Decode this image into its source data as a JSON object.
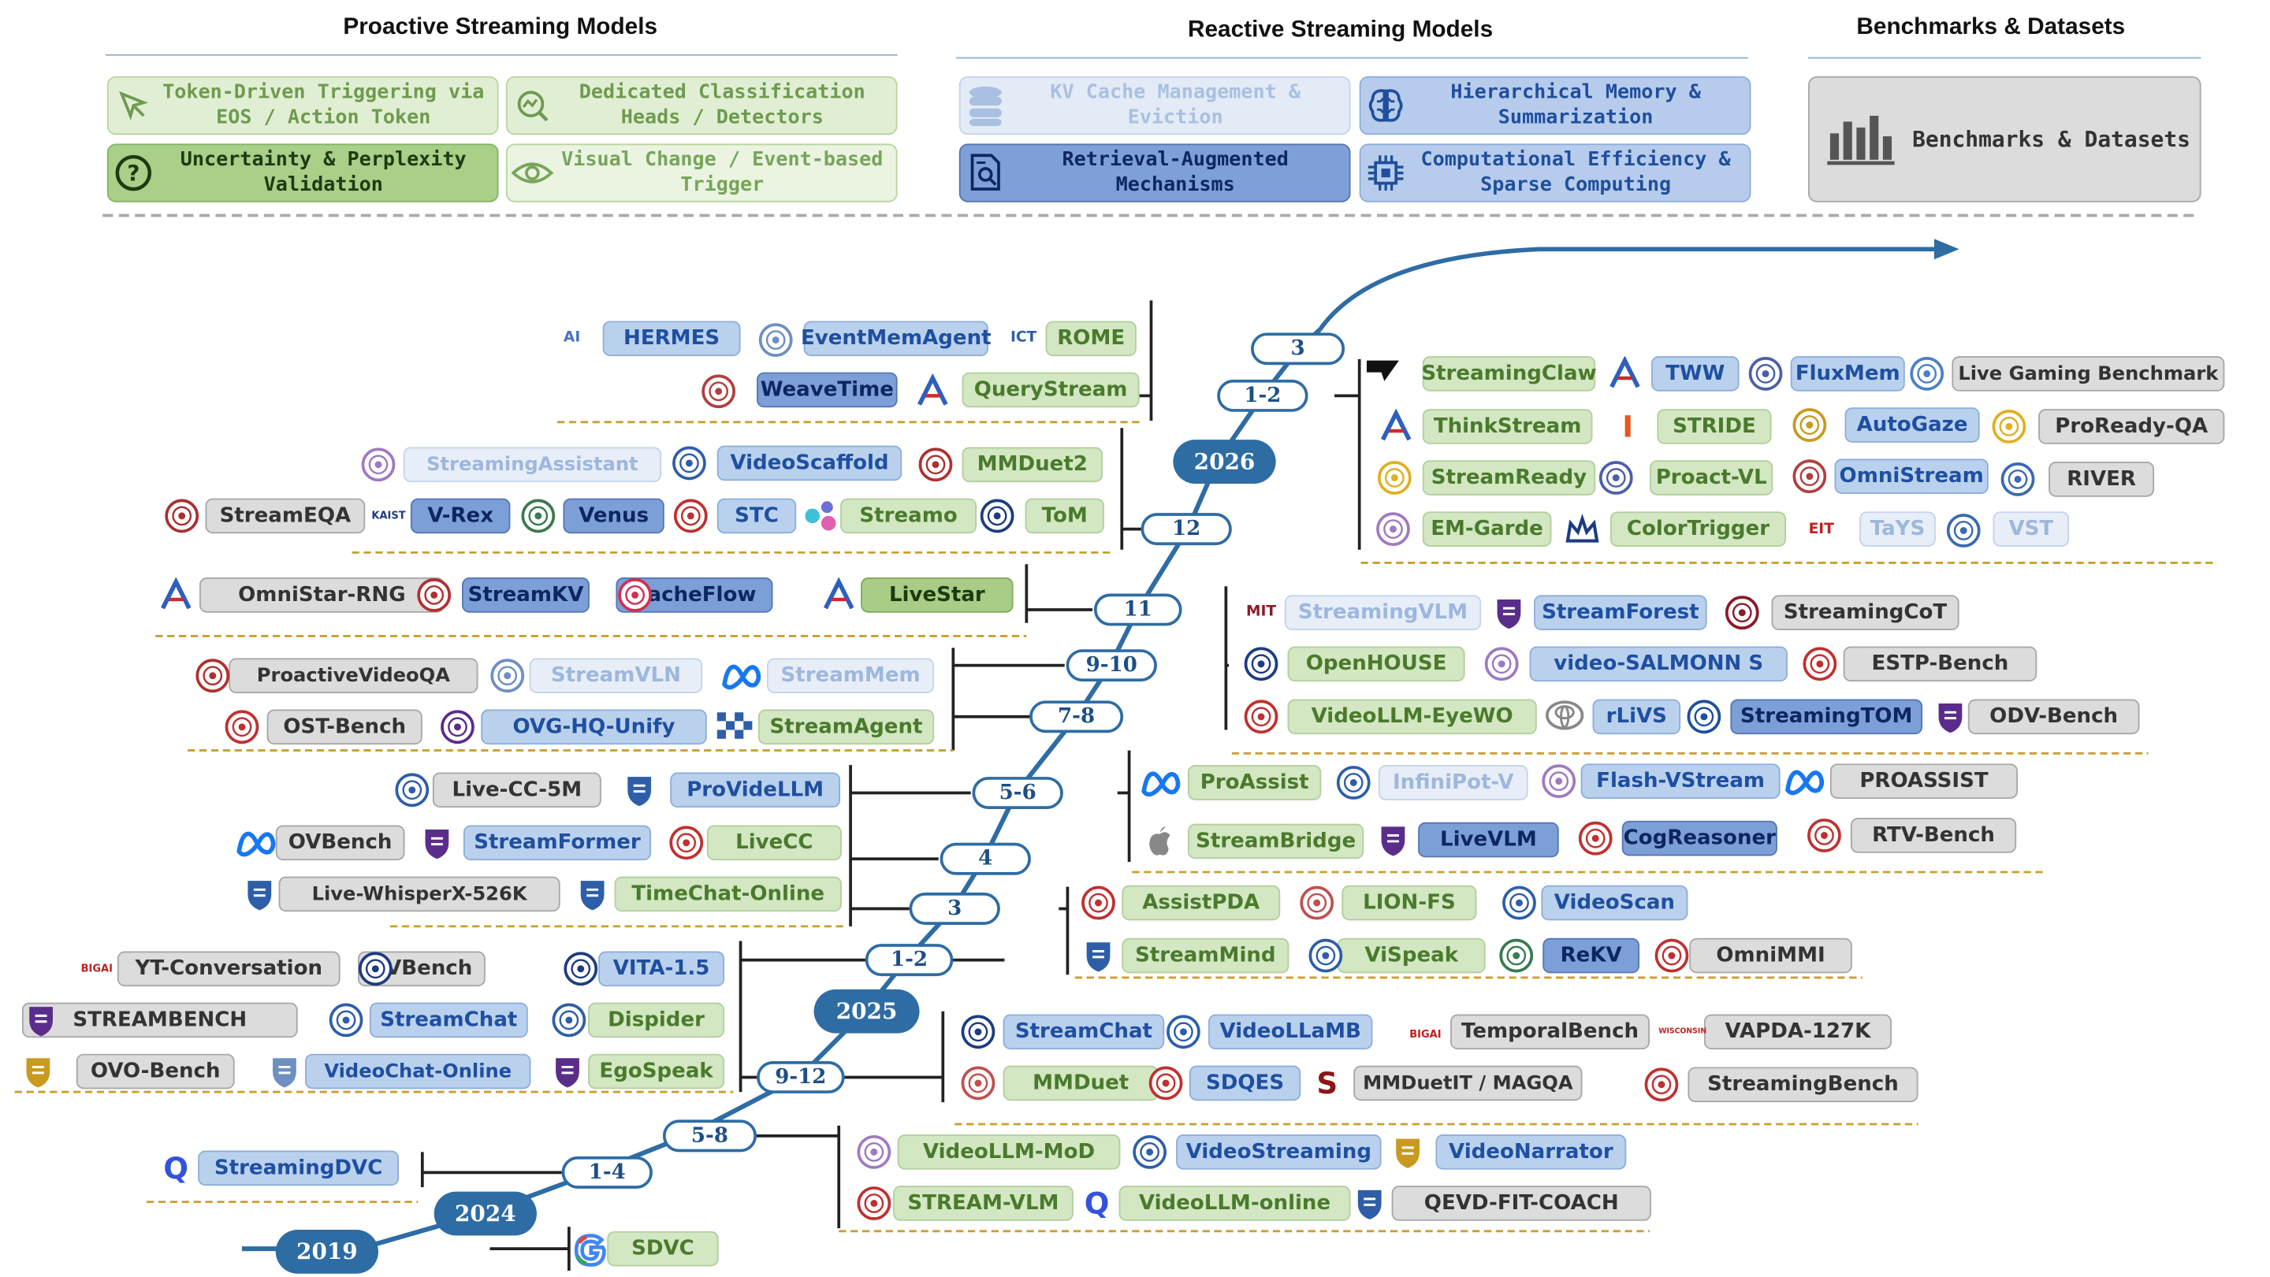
{
  "headers": {
    "proactive": "Proactive Streaming Models",
    "reactive": "Reactive Streaming Models",
    "benchmarks": "Benchmarks & Datasets"
  },
  "categories": [
    {
      "label": "Token-Driven Triggering via EOS / Action Token",
      "icon": "cursor-click-icon",
      "style": "pa"
    },
    {
      "label": "Dedicated Classification Heads / Detectors",
      "icon": "chart-search-icon",
      "style": "pa"
    },
    {
      "label": "Uncertainty & Perplexity Validation",
      "icon": "question-icon",
      "style": "pb"
    },
    {
      "label": "Visual Change / Event-based Trigger",
      "icon": "eye-icon",
      "style": "pc"
    },
    {
      "label": "KV Cache Management & Eviction",
      "icon": "database-icon",
      "style": "rl"
    },
    {
      "label": "Hierarchical Memory & Summarization",
      "icon": "brain-icon",
      "style": "rm"
    },
    {
      "label": "Retrieval-Augmented Mechanisms",
      "icon": "document-search-icon",
      "style": "rd"
    },
    {
      "label": "Computational Efficiency & Sparse Computing",
      "icon": "chip-icon",
      "style": "rm"
    },
    {
      "label": "Benchmarks & Datasets",
      "icon": "bar-chart-icon",
      "style": "bm"
    }
  ],
  "timeline": {
    "years": [
      "2019",
      "2024",
      "2025",
      "2026"
    ],
    "periods": [
      "1-4",
      "5-8",
      "9-12",
      "1-2",
      "3",
      "4",
      "5-6",
      "7-8",
      "9-10",
      "11",
      "12",
      "1-2",
      "3"
    ]
  },
  "nodes": [
    {
      "label": "HERMES",
      "style": "blue"
    },
    {
      "label": "EventMemAgent",
      "style": "blue"
    },
    {
      "label": "ROME",
      "style": "green"
    },
    {
      "label": "WeaveTime",
      "style": "bd"
    },
    {
      "label": "QueryStream",
      "style": "green"
    },
    {
      "label": "StreamingClaw",
      "style": "green"
    },
    {
      "label": "TWW",
      "style": "blue"
    },
    {
      "label": "FluxMem",
      "style": "blue"
    },
    {
      "label": "Live Gaming Benchmark",
      "style": "gray"
    },
    {
      "label": "ThinkStream",
      "style": "green"
    },
    {
      "label": "STRIDE",
      "style": "green"
    },
    {
      "label": "AutoGaze",
      "style": "blue"
    },
    {
      "label": "ProReady-QA",
      "style": "gray"
    },
    {
      "label": "StreamReady",
      "style": "green"
    },
    {
      "label": "Proact-VL",
      "style": "green"
    },
    {
      "label": "OmniStream",
      "style": "blue"
    },
    {
      "label": "RIVER",
      "style": "gray"
    },
    {
      "label": "EM-Garde",
      "style": "green"
    },
    {
      "label": "ColorTrigger",
      "style": "green"
    },
    {
      "label": "TaYS",
      "style": "bl"
    },
    {
      "label": "VST",
      "style": "bl"
    },
    {
      "label": "StreamingAssistant",
      "style": "bl"
    },
    {
      "label": "VideoScaffold",
      "style": "blue"
    },
    {
      "label": "MMDuet2",
      "style": "green"
    },
    {
      "label": "StreamEQA",
      "style": "gray"
    },
    {
      "label": "V-Rex",
      "style": "bd"
    },
    {
      "label": "Venus",
      "style": "bd"
    },
    {
      "label": "STC",
      "style": "blue"
    },
    {
      "label": "Streamo",
      "style": "green"
    },
    {
      "label": "ToM",
      "style": "green"
    },
    {
      "label": "OmniStar-RNG",
      "style": "gray"
    },
    {
      "label": "StreamKV",
      "style": "bd"
    },
    {
      "label": "CacheFlow",
      "style": "bd"
    },
    {
      "label": "LiveStar",
      "style": "gd"
    },
    {
      "label": "StreamingVLM",
      "style": "bl"
    },
    {
      "label": "StreamForest",
      "style": "blue"
    },
    {
      "label": "StreamingCoT",
      "style": "gray"
    },
    {
      "label": "OpenHOUSE",
      "style": "green"
    },
    {
      "label": "video-SALMONN S",
      "style": "blue"
    },
    {
      "label": "ESTP-Bench",
      "style": "gray"
    },
    {
      "label": "VideoLLM-EyeWO",
      "style": "green"
    },
    {
      "label": "rLiVS",
      "style": "blue"
    },
    {
      "label": "StreamingTOM",
      "style": "bd"
    },
    {
      "label": "ODV-Bench",
      "style": "gray"
    },
    {
      "label": "ProactiveVideoQA",
      "style": "gray"
    },
    {
      "label": "StreamVLN",
      "style": "bl"
    },
    {
      "label": "StreamMem",
      "style": "bl"
    },
    {
      "label": "OST-Bench",
      "style": "gray"
    },
    {
      "label": "OVG-HQ-Unify",
      "style": "blue"
    },
    {
      "label": "StreamAgent",
      "style": "green"
    },
    {
      "label": "ProAssist",
      "style": "green"
    },
    {
      "label": "InfiniPot-V",
      "style": "bl"
    },
    {
      "label": "Flash-VStream",
      "style": "blue"
    },
    {
      "label": "PROASSIST",
      "style": "gray"
    },
    {
      "label": "StreamBridge",
      "style": "green"
    },
    {
      "label": "LiveVLM",
      "style": "bd"
    },
    {
      "label": "CogReasoner",
      "style": "bd"
    },
    {
      "label": "RTV-Bench",
      "style": "gray"
    },
    {
      "label": "Live-CC-5M",
      "style": "gray"
    },
    {
      "label": "ProVideLLM",
      "style": "blue"
    },
    {
      "label": "OVBench",
      "style": "gray"
    },
    {
      "label": "StreamFormer",
      "style": "blue"
    },
    {
      "label": "LiveCC",
      "style": "green"
    },
    {
      "label": "Live-WhisperX-526K",
      "style": "gray"
    },
    {
      "label": "TimeChat-Online",
      "style": "green"
    },
    {
      "label": "AssistPDA",
      "style": "green"
    },
    {
      "label": "LION-FS",
      "style": "green"
    },
    {
      "label": "VideoScan",
      "style": "blue"
    },
    {
      "label": "StreamMind",
      "style": "green"
    },
    {
      "label": "ViSpeak",
      "style": "green"
    },
    {
      "label": "ReKV",
      "style": "bd"
    },
    {
      "label": "OmniMMI",
      "style": "gray"
    },
    {
      "label": "YT-Conversation",
      "style": "gray"
    },
    {
      "label": "SVBench",
      "style": "gray"
    },
    {
      "label": "VITA-1.5",
      "style": "blue"
    },
    {
      "label": "STREAMBENCH",
      "style": "gray"
    },
    {
      "label": "StreamChat",
      "style": "blue"
    },
    {
      "label": "Dispider",
      "style": "green"
    },
    {
      "label": "OVO-Bench",
      "style": "gray"
    },
    {
      "label": "VideoChat-Online",
      "style": "blue"
    },
    {
      "label": "EgoSpeak",
      "style": "green"
    },
    {
      "label": "StreamChat",
      "style": "blue"
    },
    {
      "label": "VideoLLaMB",
      "style": "blue"
    },
    {
      "label": "TemporalBench",
      "style": "gray"
    },
    {
      "label": "VAPDA-127K",
      "style": "gray"
    },
    {
      "label": "MMDuet",
      "style": "green"
    },
    {
      "label": "SDQES",
      "style": "blue"
    },
    {
      "label": "MMDuetIT / MAGQA",
      "style": "gray"
    },
    {
      "label": "StreamingBench",
      "style": "gray"
    },
    {
      "label": "VideoLLM-MoD",
      "style": "green"
    },
    {
      "label": "VideoStreaming",
      "style": "blue"
    },
    {
      "label": "VideoNarrator",
      "style": "blue"
    },
    {
      "label": "STREAM-VLM",
      "style": "green"
    },
    {
      "label": "VideoLLM-online",
      "style": "green"
    },
    {
      "label": "QEVD-FIT-COACH",
      "style": "gray"
    },
    {
      "label": "StreamingDVC",
      "style": "blue"
    },
    {
      "label": "SDVC",
      "style": "green"
    }
  ],
  "logos": [
    {
      "name": "ai-lab-logo",
      "text": "AI",
      "color": "#4a72c8"
    },
    {
      "name": "university-seal-logo",
      "text": "",
      "color": "#6f8fc0"
    },
    {
      "name": "ict-logo",
      "text": "ICT",
      "color": "#2e5ea8"
    },
    {
      "name": "university-seal-logo",
      "text": "",
      "color": "#b04040"
    },
    {
      "name": "lab-a-logo",
      "text": "",
      "color": "#2d5fbf"
    },
    {
      "name": "bracket-logo",
      "text": "",
      "color": "#111"
    },
    {
      "name": "lab-a-logo",
      "text": "",
      "color": "#2d5fbf"
    },
    {
      "name": "university-seal-logo",
      "text": "",
      "color": "#4b5fa8"
    },
    {
      "name": "university-seal-logo",
      "text": "",
      "color": "#4b80c8"
    },
    {
      "name": "lab-a-logo",
      "text": "",
      "color": "#2d5fbf"
    },
    {
      "name": "illinois-logo",
      "text": "I",
      "color": "#e8531e"
    },
    {
      "name": "university-seal-logo",
      "text": "",
      "color": "#c89a20"
    },
    {
      "name": "university-seal-logo",
      "text": "",
      "color": "#e0b020"
    },
    {
      "name": "university-seal-logo",
      "text": "",
      "color": "#e0b020"
    },
    {
      "name": "university-seal-logo",
      "text": "",
      "color": "#4b5fa8"
    },
    {
      "name": "university-seal-logo",
      "text": "",
      "color": "#b04040"
    },
    {
      "name": "university-seal-logo",
      "text": "",
      "color": "#3a6ab0"
    },
    {
      "name": "university-seal-logo",
      "text": "",
      "color": "#a07ac0"
    },
    {
      "name": "crown-logo",
      "text": "",
      "color": "#1d3c80"
    },
    {
      "name": "eit-logo",
      "text": "EIT",
      "color": "#c02020"
    },
    {
      "name": "university-seal-logo",
      "text": "",
      "color": "#3a6ab0"
    },
    {
      "name": "university-seal-logo",
      "text": "",
      "color": "#a07ac0"
    },
    {
      "name": "university-seal-logo",
      "text": "",
      "color": "#2e5ea8"
    },
    {
      "name": "university-seal-logo",
      "text": "",
      "color": "#b03030"
    },
    {
      "name": "university-seal-logo",
      "text": "",
      "color": "#a83030"
    },
    {
      "name": "kaist-logo",
      "text": "KAIST",
      "color": "#1d3c80"
    },
    {
      "name": "university-seal-logo",
      "text": "",
      "color": "#3a7a50"
    },
    {
      "name": "university-seal-logo",
      "text": "",
      "color": "#c03030"
    },
    {
      "name": "streamo-logo",
      "text": "",
      "color": "#38b8d0"
    },
    {
      "name": "university-seal-logo",
      "text": "",
      "color": "#1d3c80"
    },
    {
      "name": "lab-a-logo",
      "text": "",
      "color": "#2d5fbf"
    },
    {
      "name": "university-seal-logo",
      "text": "",
      "color": "#b03030"
    },
    {
      "name": "university-seal-logo",
      "text": "",
      "color": "#d03050"
    },
    {
      "name": "lab-a-logo",
      "text": "",
      "color": "#2d5fbf"
    },
    {
      "name": "mit-logo",
      "text": "MIT",
      "color": "#8a1c28"
    },
    {
      "name": "university-shield-logo",
      "text": "",
      "color": "#5a2d8a"
    },
    {
      "name": "university-seal-logo",
      "text": "",
      "color": "#8a1c28"
    },
    {
      "name": "university-seal-logo",
      "text": "",
      "color": "#1d3c80"
    },
    {
      "name": "university-seal-logo",
      "text": "",
      "color": "#a07ac0"
    },
    {
      "name": "university-seal-logo",
      "text": "",
      "color": "#c03030"
    },
    {
      "name": "university-seal-logo",
      "text": "",
      "color": "#c03030"
    },
    {
      "name": "toyota-logo",
      "text": "",
      "color": "#888"
    },
    {
      "name": "university-seal-logo",
      "text": "",
      "color": "#1d4fa0"
    },
    {
      "name": "university-shield-logo",
      "text": "",
      "color": "#5a2d8a"
    },
    {
      "name": "university-seal-logo",
      "text": "",
      "color": "#b03030"
    },
    {
      "name": "university-seal-logo",
      "text": "",
      "color": "#6f8fc0"
    },
    {
      "name": "meta-logo",
      "text": "",
      "color": "#1877f2"
    },
    {
      "name": "university-seal-logo",
      "text": "",
      "color": "#c03030"
    },
    {
      "name": "university-seal-logo",
      "text": "",
      "color": "#5a2d8a"
    },
    {
      "name": "checker-logo",
      "text": "",
      "color": "#2e5ea8"
    },
    {
      "name": "meta-logo",
      "text": "",
      "color": "#1877f2"
    },
    {
      "name": "university-seal-logo",
      "text": "",
      "color": "#2e5ea8"
    },
    {
      "name": "university-seal-logo",
      "text": "",
      "color": "#a07ac0"
    },
    {
      "name": "meta-logo",
      "text": "",
      "color": "#1877f2"
    },
    {
      "name": "apple-logo",
      "text": "",
      "color": "#888"
    },
    {
      "name": "university-shield-logo",
      "text": "",
      "color": "#5a2d8a"
    },
    {
      "name": "university-seal-logo",
      "text": "",
      "color": "#c03030"
    },
    {
      "name": "university-seal-logo",
      "text": "",
      "color": "#c03030"
    },
    {
      "name": "university-seal-logo",
      "text": "",
      "color": "#2e5ea8"
    },
    {
      "name": "university-shield-logo",
      "text": "",
      "color": "#2e5ea8"
    },
    {
      "name": "meta-logo",
      "text": "",
      "color": "#1877f2"
    },
    {
      "name": "university-shield-logo",
      "text": "",
      "color": "#5a2d8a"
    },
    {
      "name": "university-seal-logo",
      "text": "",
      "color": "#c03030"
    },
    {
      "name": "university-shield-logo",
      "text": "",
      "color": "#2e5ea8"
    },
    {
      "name": "university-shield-logo",
      "text": "",
      "color": "#2e5ea8"
    },
    {
      "name": "university-seal-logo",
      "text": "",
      "color": "#c03030"
    },
    {
      "name": "university-seal-logo",
      "text": "",
      "color": "#c05050"
    },
    {
      "name": "university-seal-logo",
      "text": "",
      "color": "#2e5ea8"
    },
    {
      "name": "university-shield-logo",
      "text": "",
      "color": "#2e5ea8"
    },
    {
      "name": "university-seal-logo",
      "text": "",
      "color": "#2e5ea8"
    },
    {
      "name": "university-seal-logo",
      "text": "",
      "color": "#3a7a50"
    },
    {
      "name": "university-seal-logo",
      "text": "",
      "color": "#c03030"
    },
    {
      "name": "bigai-logo",
      "text": "BIGAI",
      "color": "#c02020"
    },
    {
      "name": "university-seal-logo",
      "text": "",
      "color": "#1d3c80"
    },
    {
      "name": "university-seal-logo",
      "text": "",
      "color": "#1d3c80"
    },
    {
      "name": "university-shield-logo",
      "text": "",
      "color": "#5a2d8a"
    },
    {
      "name": "university-seal-logo",
      "text": "",
      "color": "#2e5ea8"
    },
    {
      "name": "university-seal-logo",
      "text": "",
      "color": "#2e5ea8"
    },
    {
      "name": "university-shield-logo",
      "text": "",
      "color": "#c89a20"
    },
    {
      "name": "university-building-logo",
      "text": "",
      "color": "#6f8fc0"
    },
    {
      "name": "university-shield-logo",
      "text": "",
      "color": "#5a2d8a"
    },
    {
      "name": "university-seal-logo",
      "text": "",
      "color": "#1d3c80"
    },
    {
      "name": "university-seal-logo",
      "text": "",
      "color": "#2e5ea8"
    },
    {
      "name": "bigai-logo",
      "text": "BIGAI",
      "color": "#c02020"
    },
    {
      "name": "wisconsin-logo",
      "text": "WISCONSIN",
      "color": "#c02020"
    },
    {
      "name": "university-seal-logo",
      "text": "",
      "color": "#c05050"
    },
    {
      "name": "university-seal-logo",
      "text": "",
      "color": "#c03030"
    },
    {
      "name": "stanford-logo",
      "text": "S",
      "color": "#8c1515"
    },
    {
      "name": "university-seal-logo",
      "text": "",
      "color": "#c03030"
    },
    {
      "name": "university-seal-logo",
      "text": "",
      "color": "#a07ac0"
    },
    {
      "name": "university-seal-logo",
      "text": "",
      "color": "#2e5ea8"
    },
    {
      "name": "university-shield-logo",
      "text": "",
      "color": "#c89a20"
    },
    {
      "name": "university-seal-logo",
      "text": "",
      "color": "#c03030"
    },
    {
      "name": "qualcomm-logo",
      "text": "Q",
      "color": "#3253dc"
    },
    {
      "name": "university-shield-logo",
      "text": "",
      "color": "#2e5ea8"
    },
    {
      "name": "qualcomm-logo",
      "text": "Q",
      "color": "#3253dc"
    },
    {
      "name": "google-logo",
      "text": "G",
      "color": "#4285f4"
    },
    {
      "name": "university-seal-logo",
      "text": "",
      "color": "#a03050"
    }
  ]
}
